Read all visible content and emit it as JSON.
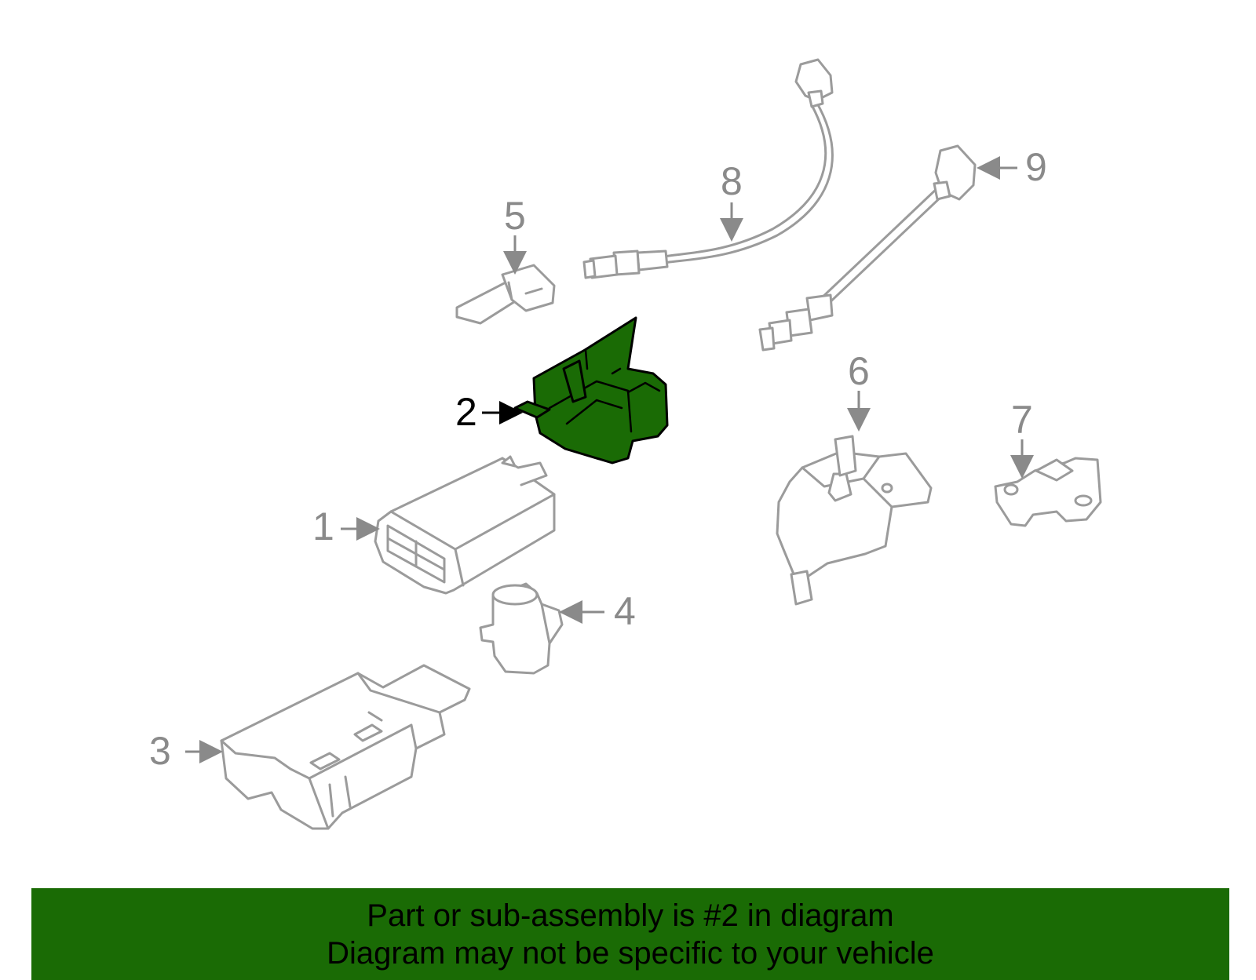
{
  "diagram": {
    "callouts": [
      "1",
      "2",
      "3",
      "4",
      "5",
      "6",
      "7",
      "8",
      "9"
    ],
    "highlighted_callout": "2",
    "highlight_color": "#1a6b05",
    "line_color": "#9b9b9b",
    "label_color": "#8a8a8a"
  },
  "banner": {
    "line1": "Part or sub-assembly is #2 in diagram",
    "line2": "Diagram may not be specific to your vehicle",
    "background": "#1a6b05"
  }
}
